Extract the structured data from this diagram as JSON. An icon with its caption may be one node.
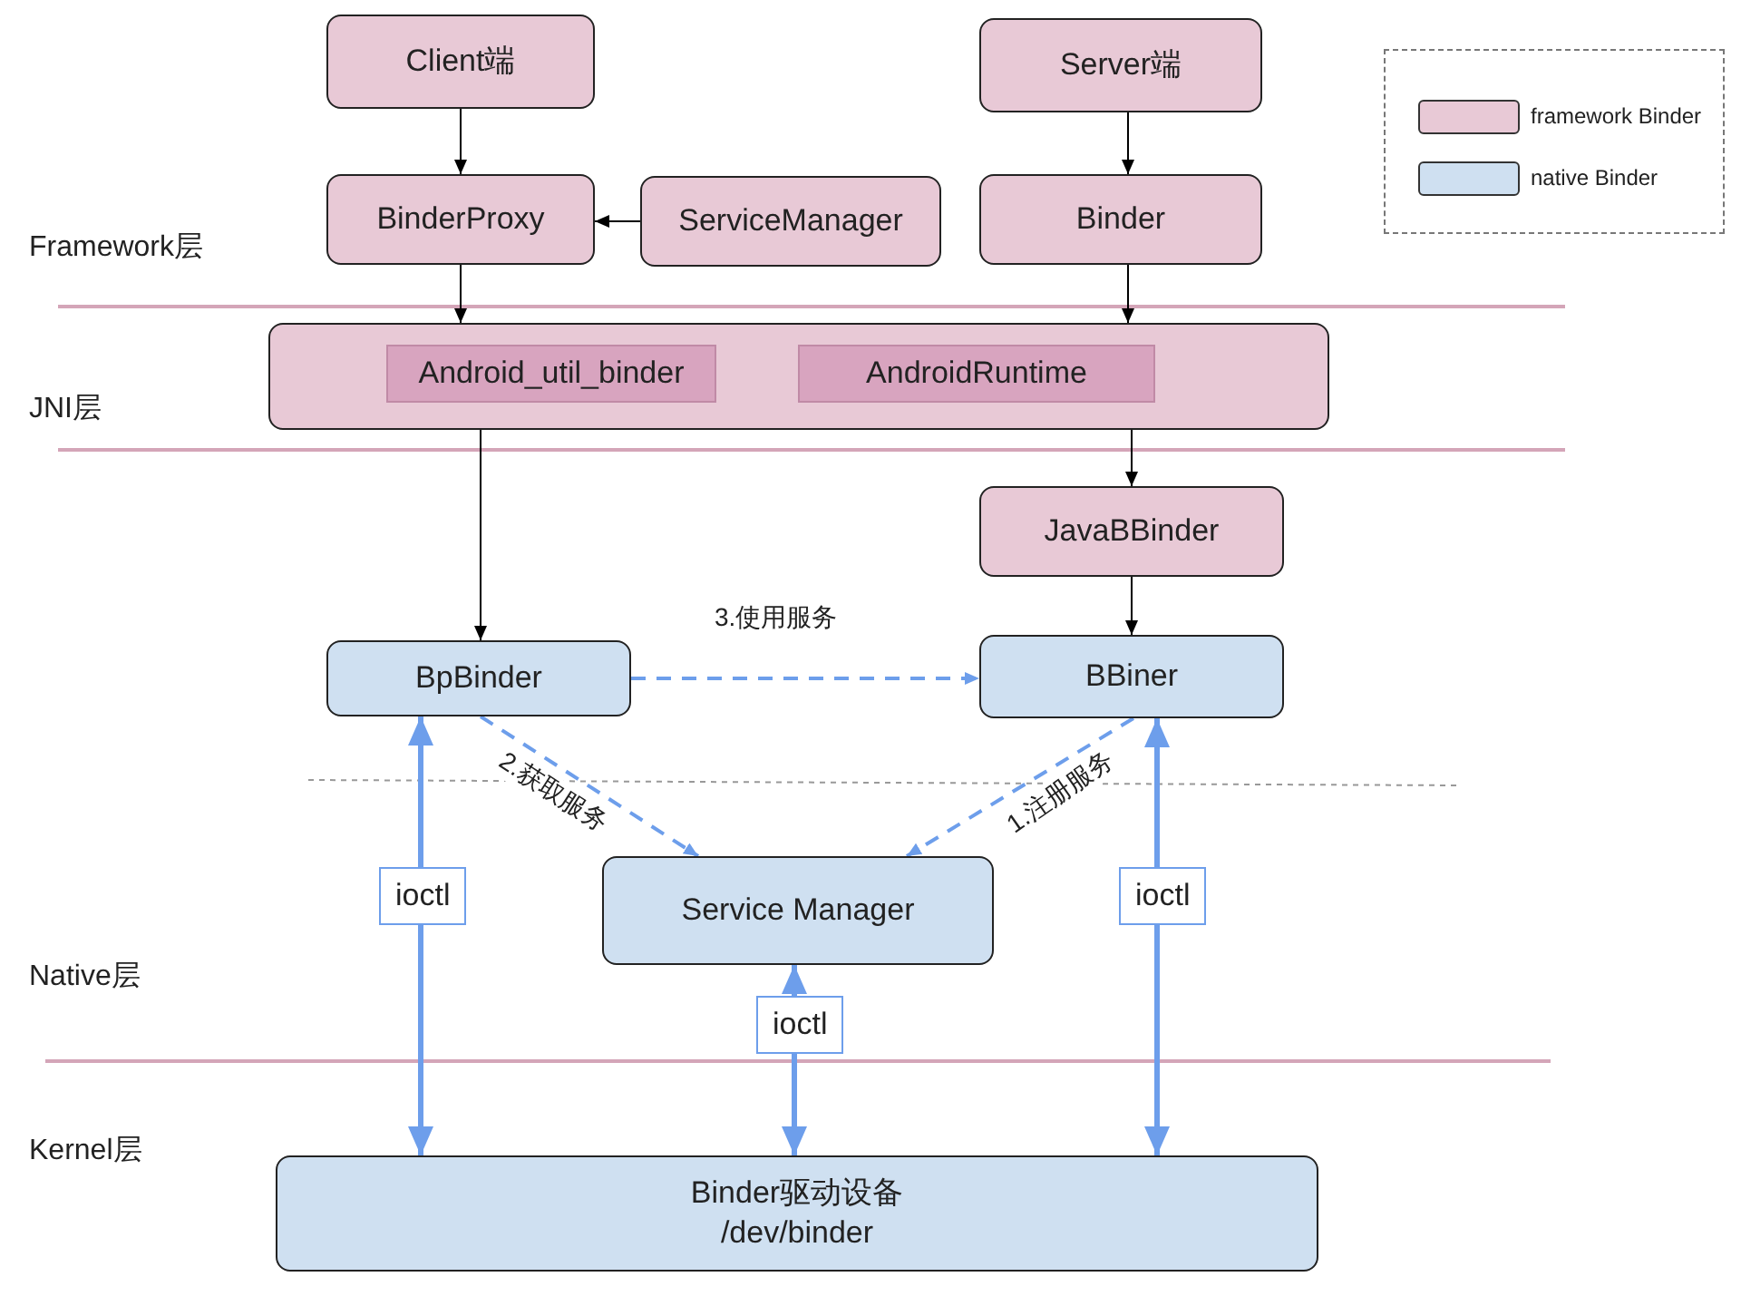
{
  "diagram": {
    "nodes": [
      {
        "text": [
          "Client端"
        ]
      },
      {
        "text": [
          "Server端"
        ]
      },
      {
        "text": [
          "BinderProxy"
        ]
      },
      {
        "text": [
          "ServiceManager"
        ]
      },
      {
        "text": [
          "Binder"
        ]
      },
      {
        "text": [],
        "shape": "box"
      },
      {
        "text": [
          "Android_util_binder"
        ],
        "in": 5
      },
      {
        "text": [
          "AndroidRuntime"
        ],
        "in": 5
      },
      {
        "text": [
          "JavaBBinder"
        ]
      },
      {
        "text": [
          "BpBinder"
        ]
      },
      {
        "text": [
          "BBiner"
        ]
      },
      {
        "text": [
          "Service Manager"
        ]
      },
      {
        "text": [
          "Binder驱动设备",
          "/dev/binder"
        ]
      }
    ],
    "edges": [
      {
        "from": 0,
        "to": 2,
        "arrow": "to"
      },
      {
        "from": 3,
        "to": 2,
        "arrow": "to"
      },
      {
        "from": 1,
        "to": 4,
        "arrow": "to"
      },
      {
        "from": 2,
        "to": 5,
        "arrow": "to"
      },
      {
        "from": 4,
        "to": 5,
        "arrow": "to"
      },
      {
        "from": 5,
        "to": 9,
        "arrow": "to"
      },
      {
        "from": 5,
        "to": 8,
        "arrow": "to"
      },
      {
        "from": 8,
        "to": 10,
        "arrow": "to"
      },
      {
        "from": 9,
        "to": 10,
        "arrow": "to",
        "label": "3.使用服务",
        "style": "dashed",
        "color": "#6d9eeb"
      },
      {
        "from": 9,
        "to": 11,
        "arrow": "to",
        "label": "2.获取服务",
        "style": "dashed",
        "color": "#6d9eeb"
      },
      {
        "from": 10,
        "to": 11,
        "arrow": "to",
        "label": "1.注册服务",
        "style": "dashed",
        "color": "#6d9eeb"
      },
      {
        "from": 9,
        "to": 12,
        "arrow": "both",
        "label": "ioctl",
        "style": "thick",
        "color": "#6d9eeb"
      },
      {
        "from": 11,
        "to": 12,
        "arrow": "both",
        "label": "ioctl",
        "style": "thick",
        "color": "#6d9eeb"
      },
      {
        "from": 10,
        "to": 12,
        "arrow": "both",
        "label": "ioctl",
        "style": "thick",
        "color": "#6d9eeb"
      }
    ],
    "labels": [
      "Framework层",
      "JNI层",
      "Native层",
      "Kernel层"
    ],
    "legend": [
      {
        "text": "framework Binder",
        "color": "#e8c9d6"
      },
      {
        "text": "native Binder",
        "color": "#cfe0f1"
      }
    ]
  }
}
